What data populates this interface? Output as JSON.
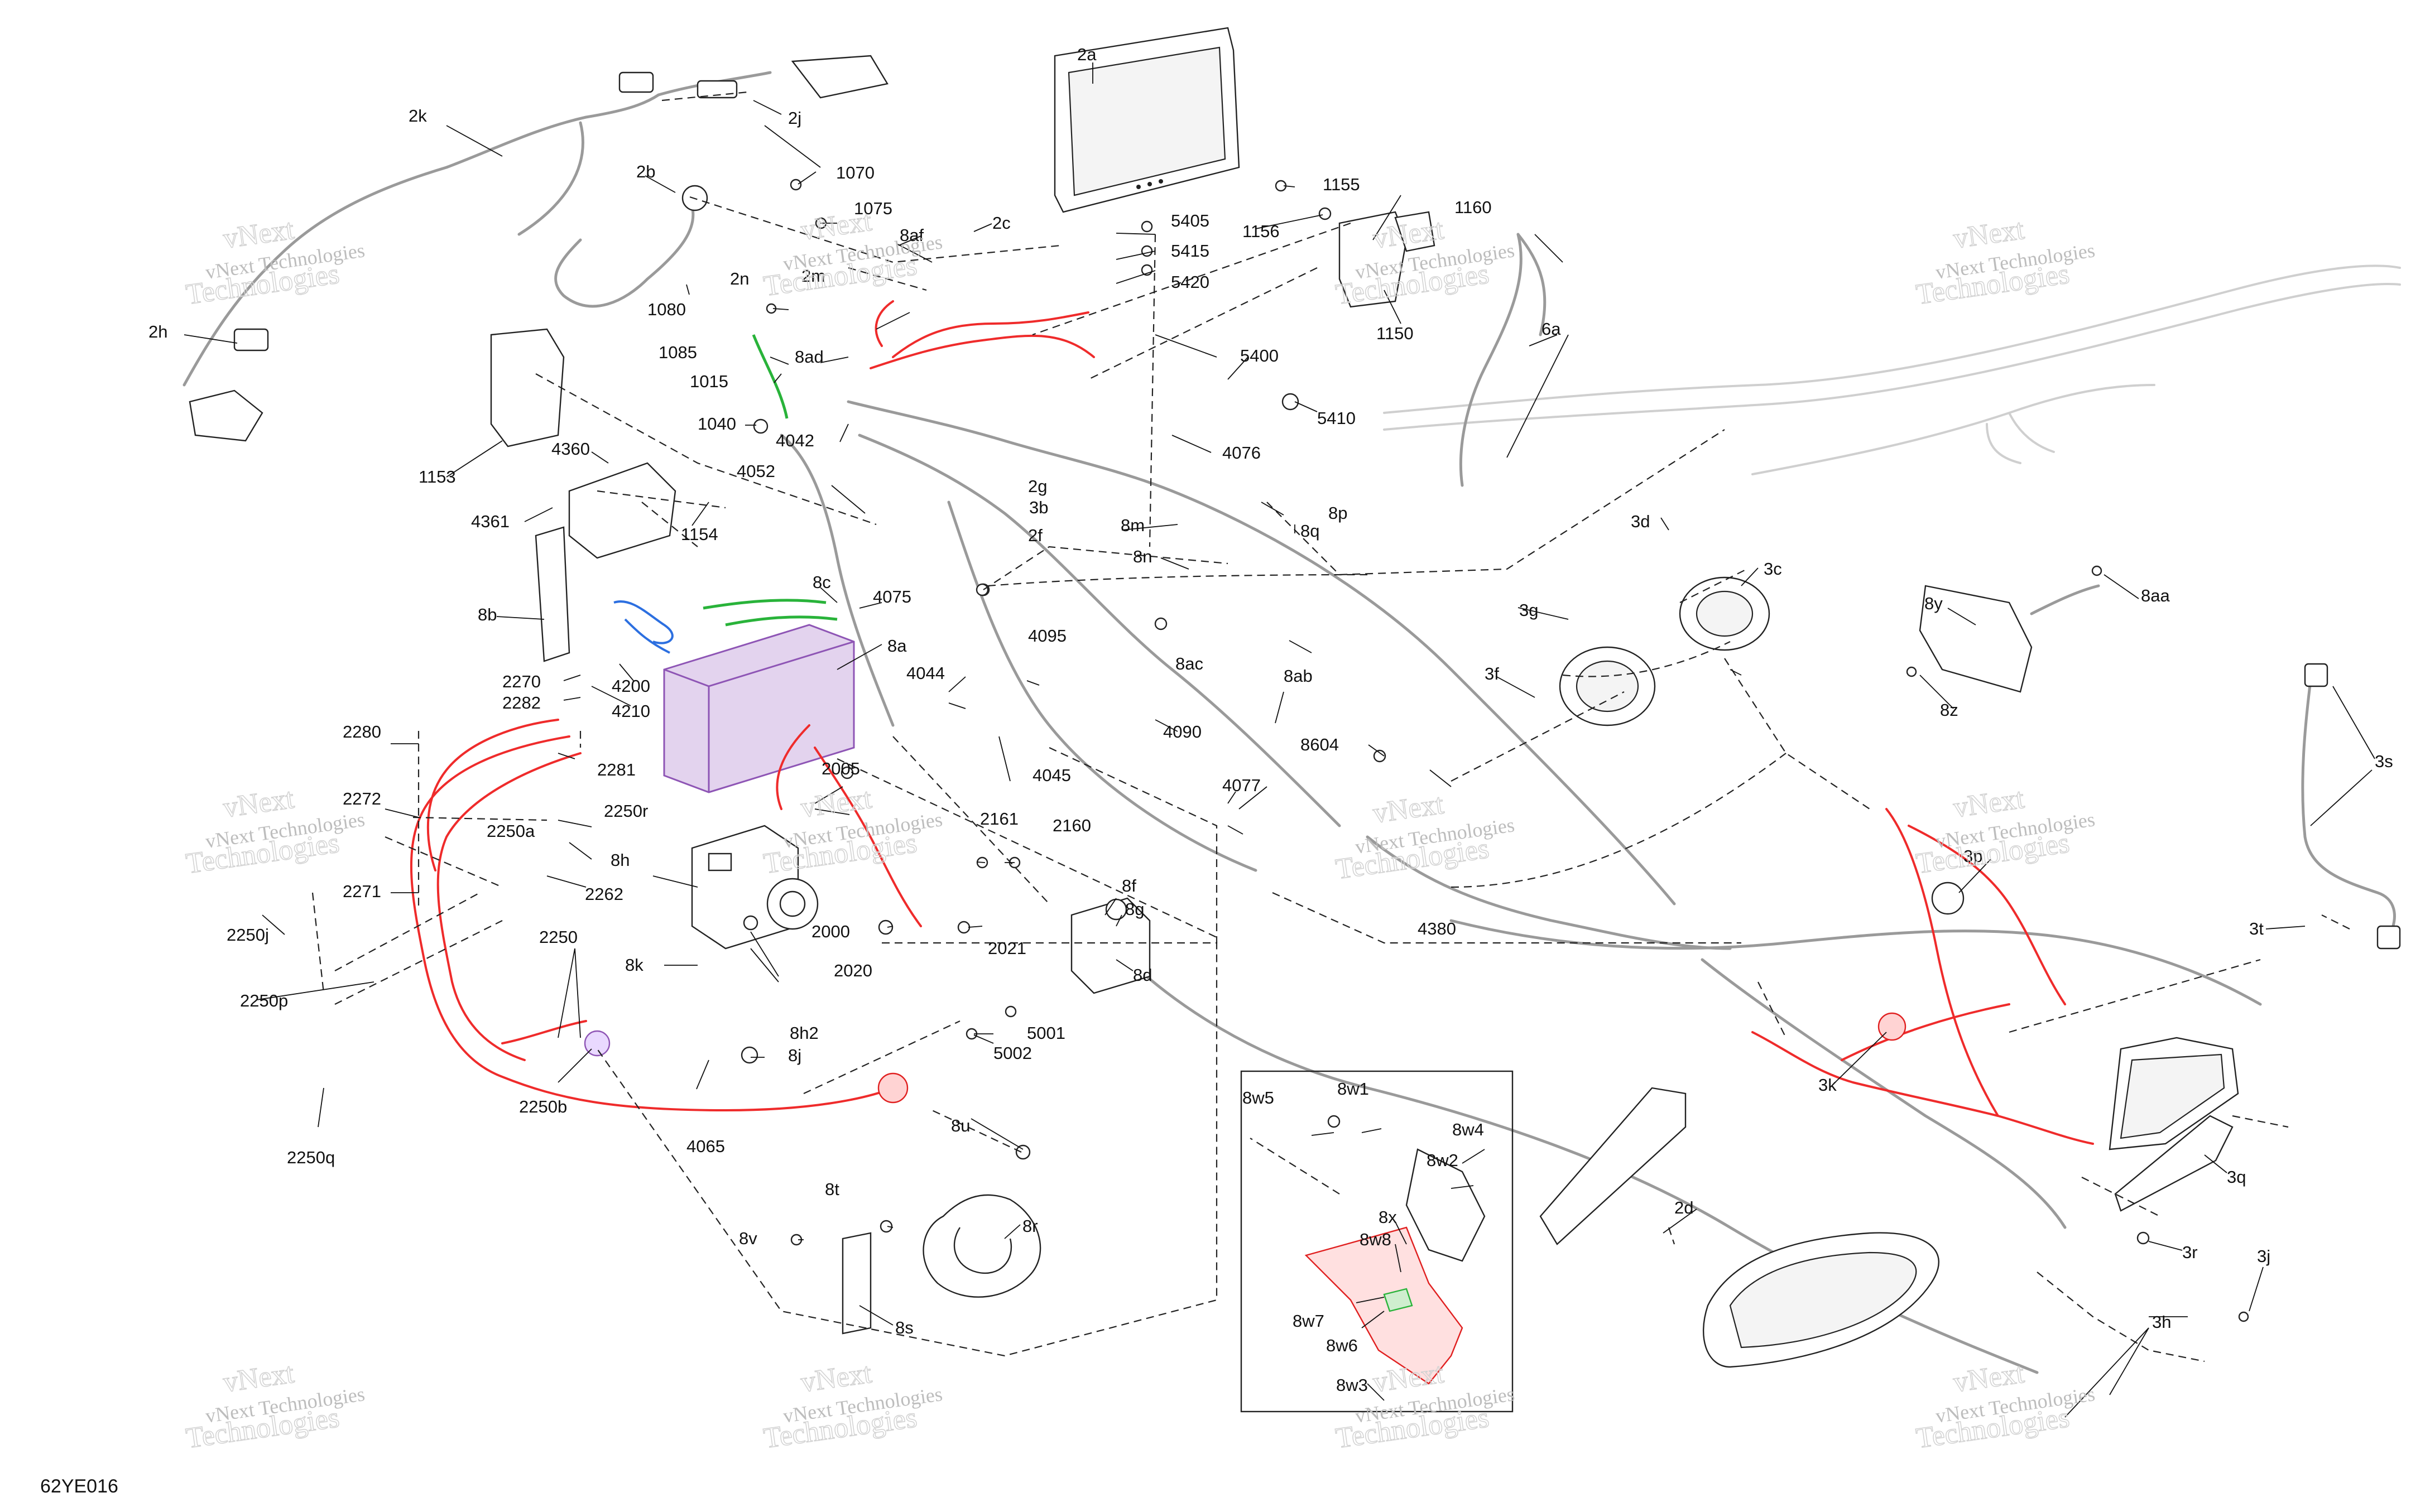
{
  "diagram_code": "62YE016",
  "watermark": {
    "line1": "vNext Technologies",
    "line2": "vNext",
    "line3": "Technologies"
  },
  "callouts": [
    "2a",
    "2b",
    "2c",
    "2d",
    "2f",
    "2g",
    "2h",
    "2j",
    "2k",
    "2m",
    "2n",
    "3b",
    "3c",
    "3d",
    "3f",
    "3g",
    "3h",
    "3j",
    "3k",
    "3p",
    "3q",
    "3r",
    "3s",
    "3t",
    "6a",
    "8a",
    "8ab",
    "8ac",
    "8ad",
    "8af",
    "8aa",
    "8b",
    "8c",
    "8d",
    "8f",
    "8g",
    "8h",
    "8h2",
    "8j",
    "8k",
    "8m",
    "8n",
    "8p",
    "8q",
    "8r",
    "8s",
    "8t",
    "8u",
    "8v",
    "8w1",
    "8w2",
    "8w3",
    "8w4",
    "8w5",
    "8w6",
    "8w7",
    "8w8",
    "8x",
    "8y",
    "8z",
    "1015",
    "1040",
    "1070",
    "1075",
    "1080",
    "1085",
    "1150",
    "1153",
    "1154",
    "1155",
    "1156",
    "1160",
    "2000",
    "2005",
    "2020",
    "2021",
    "2160",
    "2161",
    "2250",
    "2250a",
    "2250b",
    "2250j",
    "2250p",
    "2250q",
    "2250r",
    "2262",
    "2270",
    "2271",
    "2272",
    "2280",
    "2281",
    "2282",
    "4042",
    "4044",
    "4045",
    "4052",
    "4065",
    "4075",
    "4076",
    "4077",
    "4090",
    "4095",
    "4200",
    "4210",
    "4360",
    "4361",
    "4380",
    "5001",
    "5002",
    "5400",
    "5405",
    "5410",
    "5415",
    "5420",
    "8604"
  ]
}
